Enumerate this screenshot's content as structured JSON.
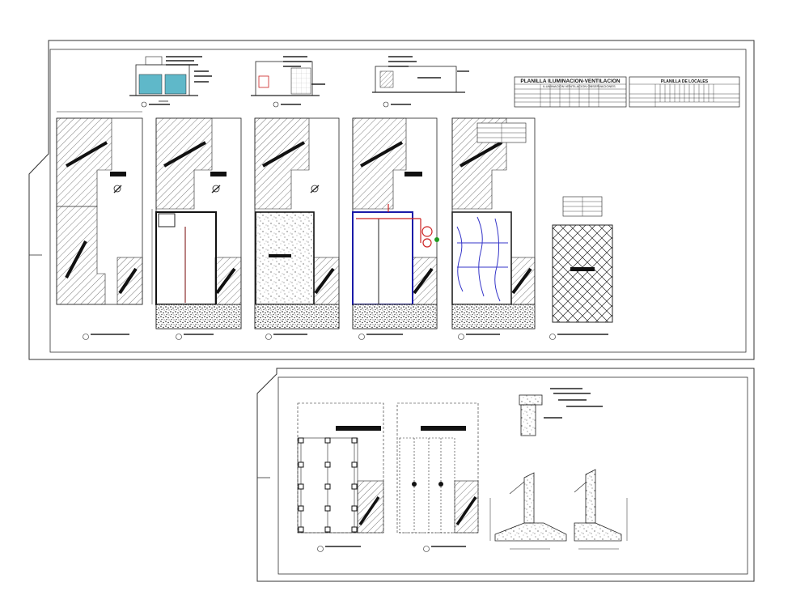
{
  "sheet_top": {
    "table_ventilation": {
      "title": "PLANILLA ILUMINACION-VENTILACION",
      "subheader": "ILUMINACION   VENTILACION   OBSERVACIONES"
    },
    "table_locales": {
      "title": "PLANILLA DE LOCALES"
    }
  },
  "colors": {
    "line": "#1a1a1a",
    "sheet_border": "#333333",
    "water_pipe": "#1a1aa8",
    "red_pipe": "#cc2222",
    "drain_pipe": "#3535c8",
    "green_mark": "#1f9a1f"
  }
}
